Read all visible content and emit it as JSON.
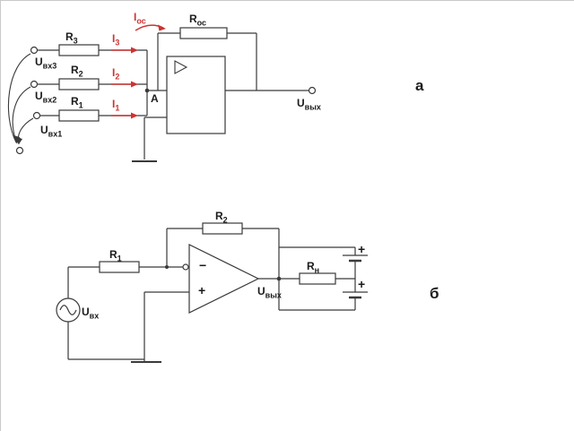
{
  "palette": {
    "wire": "#3a3a3a",
    "current": "#cc3333",
    "label": "#1a1a1a"
  },
  "circuit_a": {
    "label": "а",
    "feedback_current": {
      "main": "I",
      "sub": "ос"
    },
    "feedback_resistor": {
      "main": "R",
      "sub": "ос"
    },
    "inputs": [
      {
        "resistor": {
          "main": "R",
          "sub": "3"
        },
        "current": {
          "main": "I",
          "sub": "3"
        },
        "voltage": {
          "main": "U",
          "sub": "вх3"
        }
      },
      {
        "resistor": {
          "main": "R",
          "sub": "2"
        },
        "current": {
          "main": "I",
          "sub": "2"
        },
        "voltage": {
          "main": "U",
          "sub": "вх2"
        }
      },
      {
        "resistor": {
          "main": "R",
          "sub": "1"
        },
        "current": {
          "main": "I",
          "sub": "1"
        },
        "voltage": {
          "main": "U",
          "sub": "вх1"
        }
      }
    ],
    "node": "A",
    "output_voltage": {
      "main": "U",
      "sub": "вых"
    }
  },
  "circuit_b": {
    "label": "б",
    "feedback_resistor": {
      "main": "R",
      "sub": "2"
    },
    "input_resistor": {
      "main": "R",
      "sub": "1"
    },
    "input_voltage": {
      "main": "U",
      "sub": "вх"
    },
    "inverting_sign": "−",
    "noninverting_sign": "+",
    "load_resistor": {
      "main": "R",
      "sub": "н"
    },
    "output_voltage": {
      "main": "U",
      "sub": "вых"
    },
    "supply_plus_top": "+",
    "supply_plus_bottom": "+"
  }
}
